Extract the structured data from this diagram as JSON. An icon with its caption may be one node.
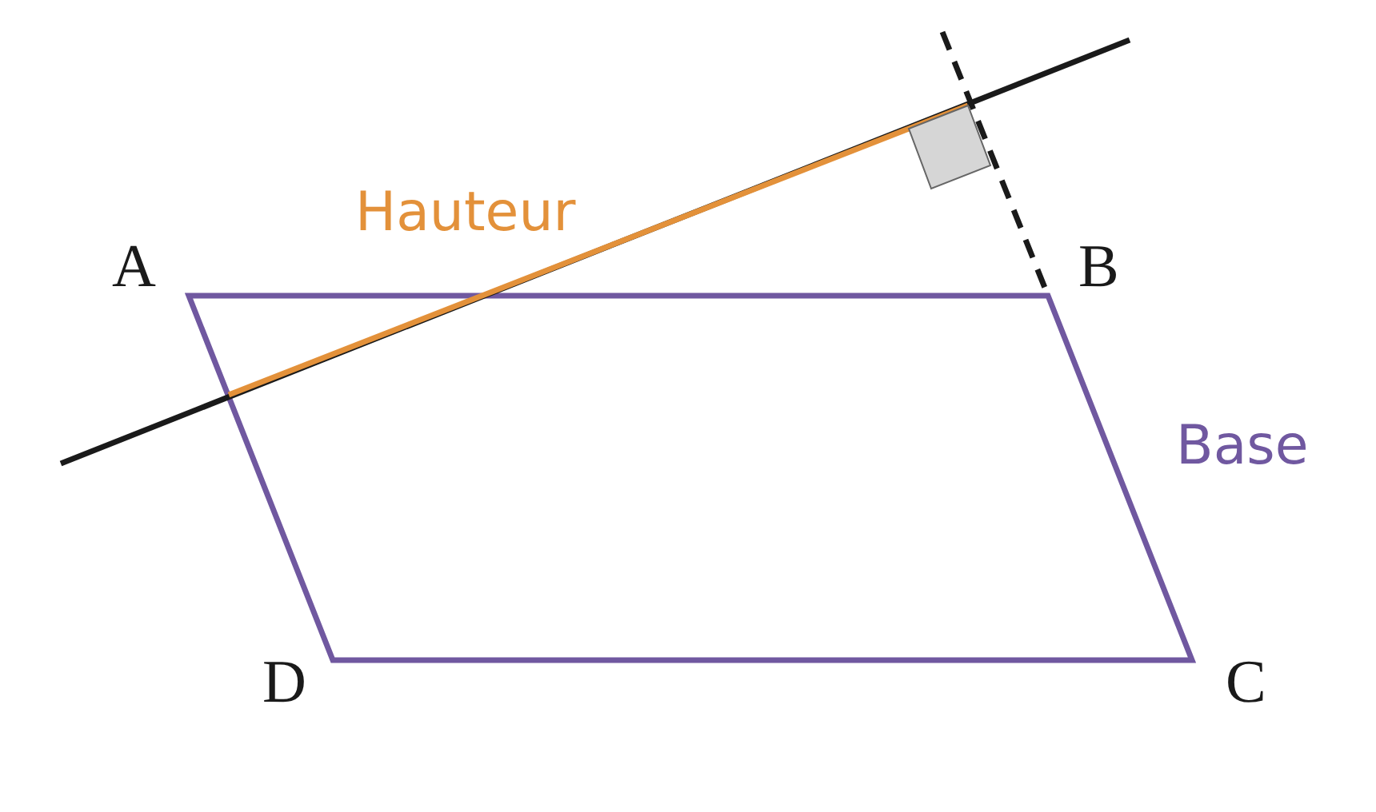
{
  "diagram": {
    "labels": [
      "Hauteur",
      "A",
      "B",
      "Base",
      "D",
      "C"
    ]
  }
}
